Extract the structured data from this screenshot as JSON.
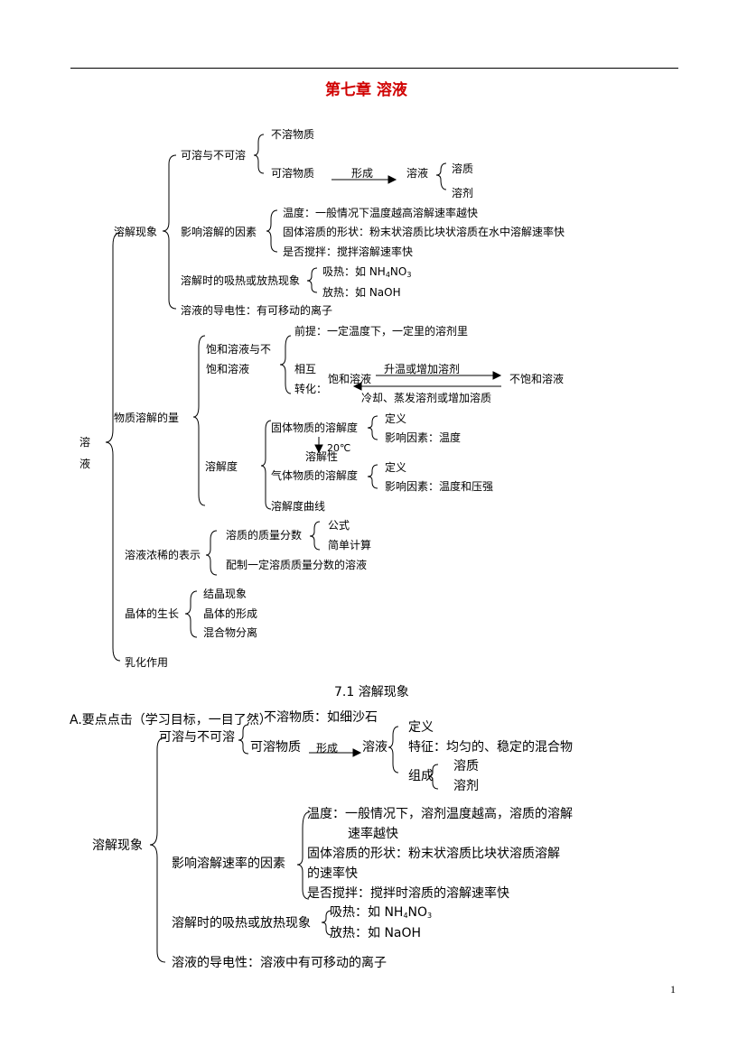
{
  "title": "第七章  溶液",
  "page_number": "1",
  "map1": {
    "root": "溶液",
    "b1": {
      "label": "溶解现象",
      "keruyu": "可溶与不可溶",
      "burong": "不溶物质",
      "kerong": "可溶物质",
      "xingcheng": "形成",
      "rongye": "溶液",
      "rongzhi": "溶质",
      "rongji": "溶剂",
      "yingxiang": "影响溶解的因素",
      "wendu": "温度：一般情况下温度越高溶解速率越快",
      "guti": "固体溶质的形状：粉末状溶质比块状溶质在水中溶解速率快",
      "jiaoban": "是否搅拌：搅拌溶解速率快",
      "xire": "溶解时的吸热或放热现象",
      "xire_a": "吸热：如 NH",
      "xire_a_sub1": "4",
      "xire_a_mid": "NO",
      "xire_a_sub2": "3",
      "fangre": "放热：如 NaOH",
      "daodian": "溶液的导电性：有可移动的离子"
    },
    "b2": {
      "label": "物质溶解的量",
      "baohe1": "饱和溶液与不",
      "baohe2": "饱和溶液",
      "qianti": "前提：一定温度下，一定里的溶剂里",
      "xianghu": "相互",
      "zhuanhua": "转化：",
      "baoherongye": "饱和溶液",
      "shengwen": "升温或增加溶剂",
      "buboahe": "不饱和溶液",
      "lengque": "冷却、蒸发溶剂或增加溶质",
      "rongjiedu": "溶解度",
      "guti_rjd": "固体物质的溶解度",
      "dingyi1": "定义",
      "yx1": "影响因素：温度",
      "c20": "20℃",
      "rongjiexing": "溶解性",
      "qiti_rjd": "气体物质的溶解度",
      "dingyi2": "定义",
      "yx2": "影响因素：温度和压强",
      "quxian": "溶解度曲线"
    },
    "b3": {
      "label": "溶液浓稀的表示",
      "zhiliang": "溶质的质量分数",
      "gongshi": "公式",
      "jisuan": "简单计算",
      "peizhi": "配制一定溶质质量分数的溶液"
    },
    "b4": {
      "label": "晶体的生长",
      "jiejing": "结晶现象",
      "xingcheng": "晶体的形成",
      "fenli": "混合物分离"
    },
    "b5": {
      "label": "乳化作用"
    }
  },
  "section": {
    "heading": "7.1 溶解现象",
    "a_label": "A.要点点击（学习目标，一目了然）",
    "burong": "不溶物质：如细沙石",
    "keruyu": "可溶与不可溶",
    "kerong": "可溶物质",
    "xingcheng": "形成",
    "rongye": "溶液",
    "dingyi": "定义",
    "tezheng": "特征：均匀的、稳定的混合物",
    "zucheng": "组成",
    "rongzhi": "溶质",
    "rongji": "溶剂",
    "root": "溶解现象",
    "yingxiang": "影响溶解速率的因素",
    "wendu1": "温度：一般情况下，溶剂温度越高，溶质的溶解",
    "wendu2": "速率越快",
    "guti1": "固体溶质的形状：粉末状溶质比块状溶质溶解",
    "guti2": "的速率快",
    "jiaoban": "是否搅拌：搅拌时溶质的溶解速率快",
    "xire": "溶解时的吸热或放热现象",
    "xire_a": "吸热：如 NH",
    "xire_a_sub1": "4",
    "xire_a_mid": "NO",
    "xire_a_sub2": "3",
    "fangre": "放热：如 NaOH",
    "daodian": "溶液的导电性：溶液中有可移动的离子"
  }
}
